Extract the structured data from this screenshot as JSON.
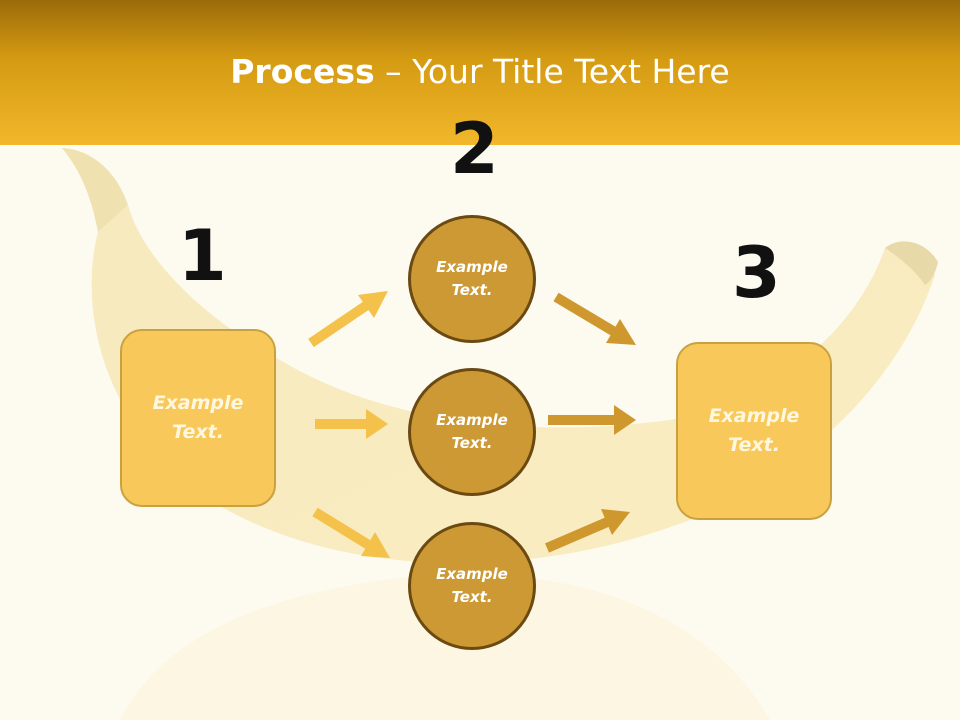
{
  "title": {
    "bold": "Process",
    "rest": " – Your Title Text Here"
  },
  "steps": {
    "one": "1",
    "two": "2",
    "three": "3"
  },
  "left_box": {
    "line1": "Example",
    "line2": "Text."
  },
  "right_box": {
    "line1": "Example",
    "line2": "Text."
  },
  "circles": [
    {
      "line1": "Example",
      "line2": "Text."
    },
    {
      "line1": "Example",
      "line2": "Text."
    },
    {
      "line1": "Example",
      "line2": "Text."
    }
  ],
  "colors": {
    "header_top": "#9a6b0a",
    "header_bottom": "#f2b72a",
    "box_fill": "#f8c95a",
    "circle_fill": "#cc9935",
    "arrow_light": "#f4c24b",
    "arrow_dark": "#cf982f"
  }
}
